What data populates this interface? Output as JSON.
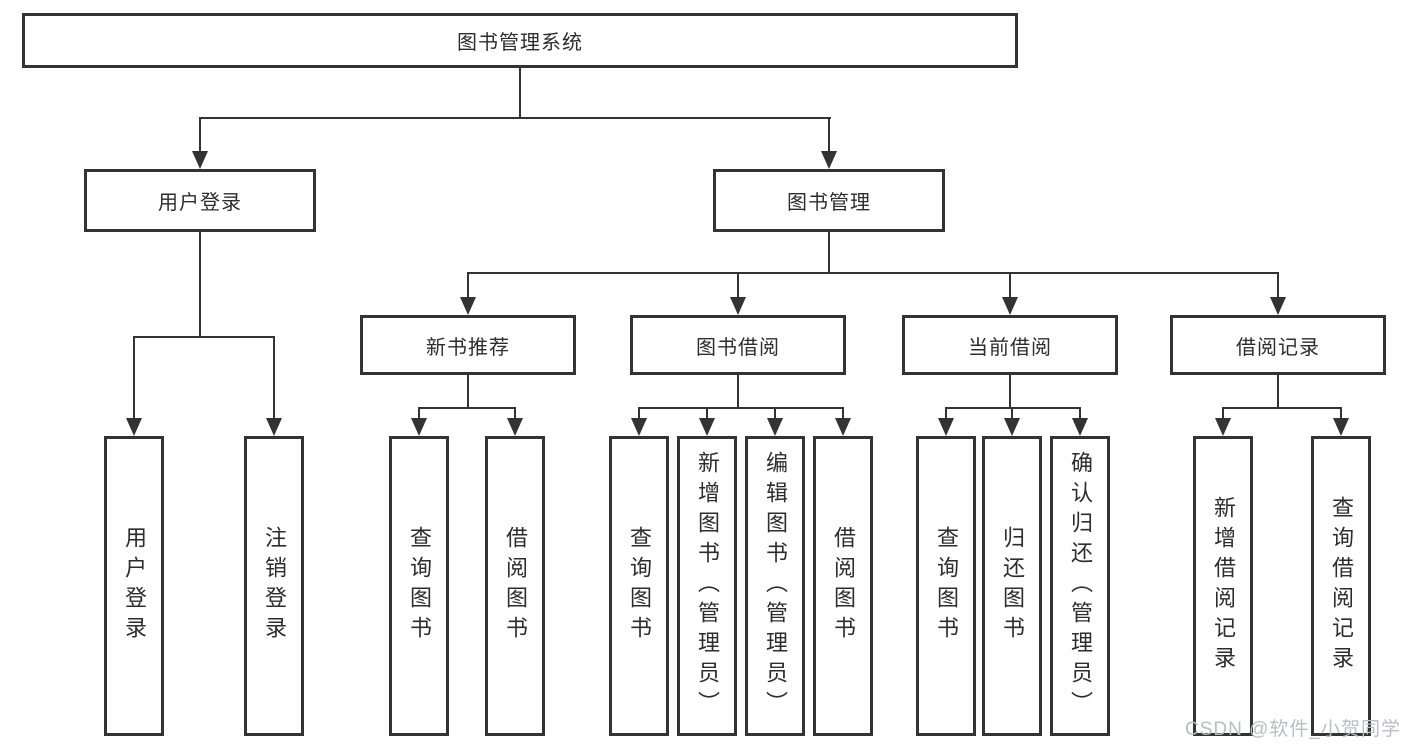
{
  "diagram": {
    "root": {
      "label": "图书管理系统"
    },
    "branches": [
      {
        "label": "用户登录",
        "children": [
          {
            "label": "用户登录"
          },
          {
            "label": "注销登录"
          }
        ]
      },
      {
        "label": "图书管理",
        "children": [
          {
            "label": "新书推荐",
            "children": [
              {
                "label": "查询图书"
              },
              {
                "label": "借阅图书"
              }
            ]
          },
          {
            "label": "图书借阅",
            "children": [
              {
                "label": "查询图书"
              },
              {
                "label": "新增图书（管理员）"
              },
              {
                "label": "编辑图书（管理员）"
              },
              {
                "label": "借阅图书"
              }
            ]
          },
          {
            "label": "当前借阅",
            "children": [
              {
                "label": "查询图书"
              },
              {
                "label": "归还图书"
              },
              {
                "label": "确认归还（管理员）"
              }
            ]
          },
          {
            "label": "借阅记录",
            "children": [
              {
                "label": "新增借阅记录"
              },
              {
                "label": "查询借阅记录"
              }
            ]
          }
        ]
      }
    ]
  },
  "watermark": {
    "text": "CSDN @软件_小贺同学",
    "color": "#b9bdc4"
  },
  "colors": {
    "line": "#333333",
    "text": "#2d2d2d",
    "background": "#ffffff"
  }
}
